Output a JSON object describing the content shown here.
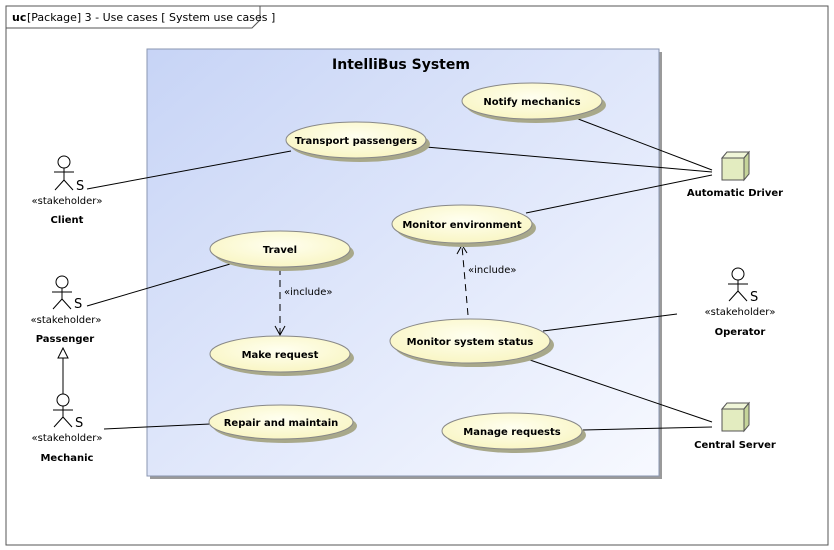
{
  "frame": {
    "keyword": "uc",
    "title": "[Package] 3 - Use cases [ System use cases ]"
  },
  "system": {
    "name": "IntelliBus System"
  },
  "use_cases": {
    "notify_mechanics": "Notify mechanics",
    "transport_passengers": "Transport passengers",
    "monitor_environment": "Monitor environment",
    "travel": "Travel",
    "make_request": "Make request",
    "monitor_system_status": "Monitor system status",
    "repair_and_maintain": "Repair and maintain",
    "manage_requests": "Manage requests"
  },
  "actors": {
    "client": {
      "stereotype": "«stakeholder»",
      "name": "Client"
    },
    "passenger": {
      "stereotype": "«stakeholder»",
      "name": "Passenger"
    },
    "mechanic": {
      "stereotype": "«stakeholder»",
      "name": "Mechanic"
    },
    "operator": {
      "stereotype": "«stakeholder»",
      "name": "Operator"
    }
  },
  "systems_actors": {
    "automatic_driver": "Automatic Driver",
    "central_server": "Central Server"
  },
  "relations": {
    "include_travel": "«include»",
    "include_monitor": "«include»"
  },
  "colors": {
    "usecase_fill": "#fdfbd0",
    "system_fill_start": "#c9d6f7",
    "system_fill_end": "#f6f8fe",
    "node_fill": "#e6efc4",
    "line": "#000000"
  }
}
